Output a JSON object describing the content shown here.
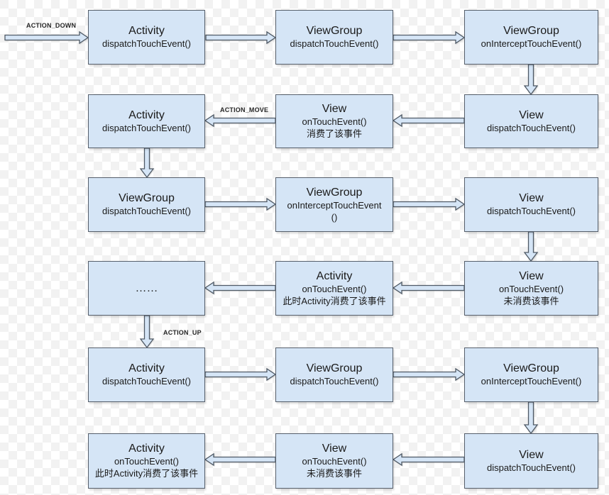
{
  "diagram": {
    "colors": {
      "box_fill": "#d5e5f6",
      "box_border": "#565f6b",
      "arrow_fill": "#d5e5f6",
      "arrow_stroke": "#4f5a66",
      "text": "#1a1a1a",
      "checker_light": "#ffffff",
      "checker_dark": "#f2f2f2"
    },
    "labels": {
      "action_down": "ACTION_DOWN",
      "action_move": "ACTION_MOVE",
      "action_up": "ACTION_UP"
    },
    "boxes": [
      {
        "title": "Activity",
        "body": "dispatchTouchEvent()"
      },
      {
        "title": "ViewGroup",
        "body": "dispatchTouchEvent()"
      },
      {
        "title": "ViewGroup",
        "body": "onInterceptTouchEvent()"
      },
      {
        "title": "Activity",
        "body": "dispatchTouchEvent()"
      },
      {
        "title": "View",
        "body": "onTouchEvent()\n消费了该事件"
      },
      {
        "title": "View",
        "body": "dispatchTouchEvent()"
      },
      {
        "title": "ViewGroup",
        "body": "dispatchTouchEvent()"
      },
      {
        "title": "ViewGroup",
        "body": "onInterceptTouchEvent\n()"
      },
      {
        "title": "View",
        "body": "dispatchTouchEvent()"
      },
      {
        "title": "……",
        "body": ""
      },
      {
        "title": "Activity",
        "body": "onTouchEvent()\n此时Activity消费了该事件"
      },
      {
        "title": "View",
        "body": "onTouchEvent()\n未消费该事件"
      },
      {
        "title": "Activity",
        "body": "dispatchTouchEvent()"
      },
      {
        "title": "ViewGroup",
        "body": "dispatchTouchEvent()"
      },
      {
        "title": "ViewGroup",
        "body": "onInterceptTouchEvent()"
      },
      {
        "title": "Activity",
        "body": "onTouchEvent()\n此时Activity消费了该事件"
      },
      {
        "title": "View",
        "body": "onTouchEvent()\n未消费该事件"
      },
      {
        "title": "View",
        "body": "dispatchTouchEvent()"
      }
    ]
  }
}
